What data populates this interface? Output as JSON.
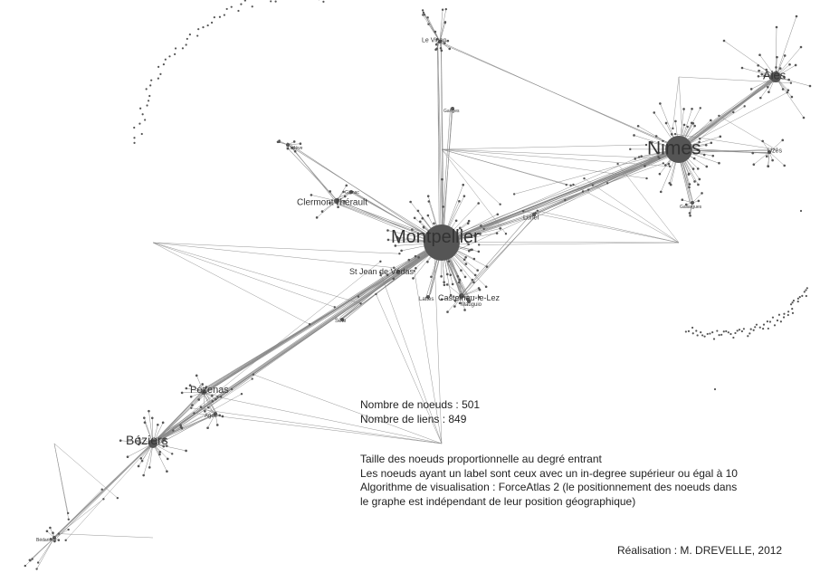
{
  "graph": {
    "hubs": [
      {
        "id": "montpellier",
        "label": "Montpellier",
        "size": "xl"
      },
      {
        "id": "nimes",
        "label": "Nimes",
        "size": "lg"
      },
      {
        "id": "beziers",
        "label": "Béziers",
        "size": "md"
      },
      {
        "id": "ales",
        "label": "Alès",
        "size": "md"
      },
      {
        "id": "pezenas",
        "label": "Pézenas",
        "size": "sm"
      },
      {
        "id": "clermont",
        "label": "Clermont l'hérault",
        "size": "sm"
      },
      {
        "id": "stjean",
        "label": "St Jean de Védas",
        "size": "sm"
      },
      {
        "id": "castelnau",
        "label": "Castelnau-le-Lez",
        "size": "sm"
      },
      {
        "id": "levigan",
        "label": "Le Vigan",
        "size": "xs"
      },
      {
        "id": "uzes",
        "label": "Uzès",
        "size": "xs"
      },
      {
        "id": "lunel",
        "label": "Lunel",
        "size": "xs"
      },
      {
        "id": "sete",
        "label": "Sète",
        "size": "xs"
      },
      {
        "id": "agde",
        "label": "Agde",
        "size": "xs"
      },
      {
        "id": "lodeve",
        "label": "Lodève",
        "size": "xs"
      },
      {
        "id": "ganges",
        "label": "Ganges",
        "size": "xs"
      },
      {
        "id": "gignac",
        "label": "Gignac",
        "size": "xs"
      },
      {
        "id": "lattes",
        "label": "Lattes",
        "size": "xs"
      },
      {
        "id": "mauguio",
        "label": "Mauguio",
        "size": "xs"
      },
      {
        "id": "bedarieux",
        "label": "Bédarieux",
        "size": "xs"
      },
      {
        "id": "gallargues",
        "label": "Gallargues",
        "size": "xs"
      }
    ],
    "node_color": "#555555",
    "edge_color": "#8a8a8a"
  },
  "stats": {
    "nodes": "Nombre de noeuds : 501",
    "edges": "Nombre de liens : 849"
  },
  "notes": [
    "Taille des noeuds proportionnelle au degré entrant",
    "Les noeuds ayant un label sont ceux avec un in-degree supérieur ou égal à 10",
    "Algorithme de visualisation : ForceAtlas 2 (le positionnement des noeuds dans",
    "le graphe est indépendant de leur position géographique)"
  ],
  "credit": "Réalisation : M. DREVELLE, 2012"
}
